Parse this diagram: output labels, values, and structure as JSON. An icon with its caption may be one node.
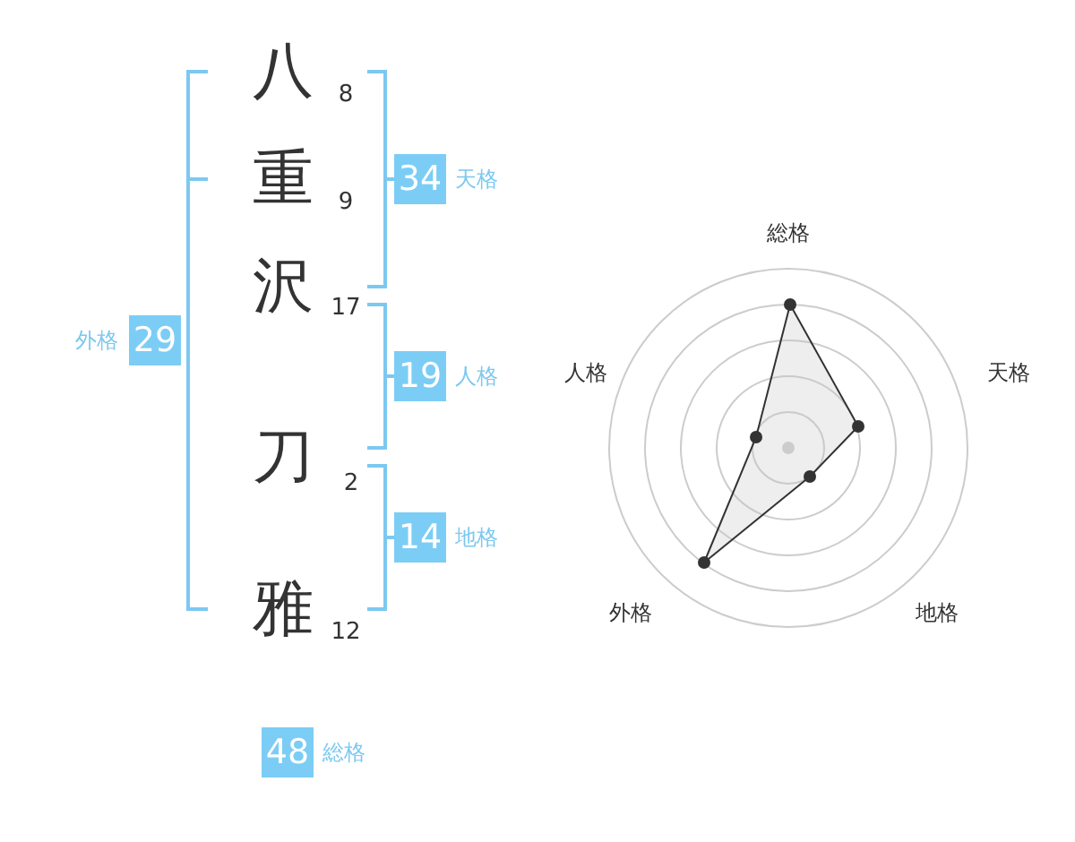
{
  "diagram": {
    "nodes": [
      {
        "text": [
          "34"
        ],
        "beside": [
          "天格"
        ]
      },
      {
        "text": [
          "19"
        ],
        "beside": [
          "人格"
        ]
      },
      {
        "text": [
          "14"
        ],
        "beside": [
          "地格"
        ]
      },
      {
        "text": [
          "29"
        ],
        "beside": [
          "外格"
        ]
      },
      {
        "text": [
          "48"
        ],
        "beside": [
          "総格"
        ]
      }
    ],
    "edges": [],
    "labels": [
      "八",
      "8",
      "重",
      "9",
      "沢",
      "17",
      "刀",
      "2",
      "雅",
      "12",
      "総格",
      "人格",
      "天格",
      "外格",
      "地格"
    ]
  }
}
